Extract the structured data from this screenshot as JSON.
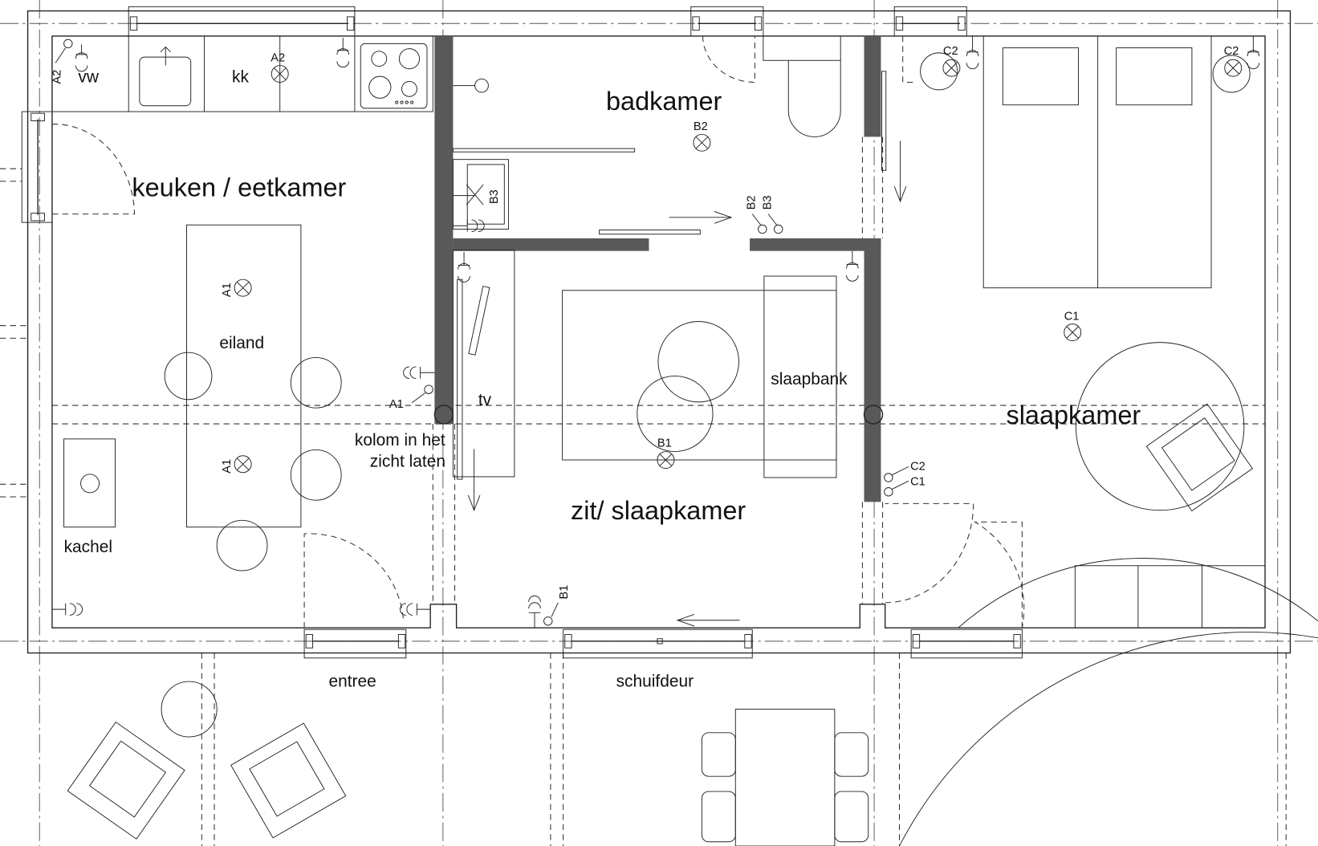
{
  "rooms": {
    "kitchen": "keuken / eetkamer",
    "bathroom": "badkamer",
    "living": "zit/ slaapkamer",
    "bedroom": "slaapkamer"
  },
  "labels": {
    "vw": "vw",
    "kk": "kk",
    "island": "eiland",
    "stove": "kachel",
    "tv": "tv",
    "column": [
      "kolom in het",
      "zicht laten"
    ],
    "sofabed": "slaapbank",
    "entrance": "entree",
    "sliding_door": "schuifdeur"
  },
  "symbols": {
    "a1": "A1",
    "a2": "A2",
    "b1": "B1",
    "b2": "B2",
    "b3": "B3",
    "c1": "C1",
    "c2": "C2"
  },
  "colors": {
    "wall": "#595959",
    "line": "#222222"
  }
}
